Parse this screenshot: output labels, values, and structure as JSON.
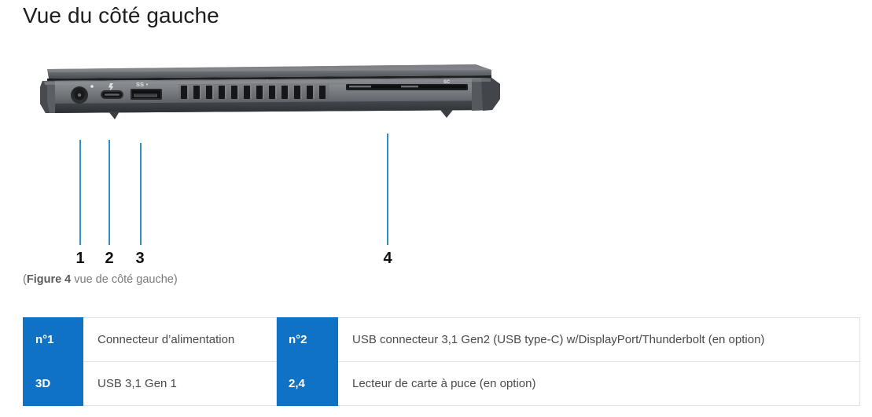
{
  "page": {
    "title": "Vue du côté gauche"
  },
  "figure": {
    "alt_name": "laptop-left-side-view",
    "caption": {
      "open_paren": "(",
      "figure_label": "Figure 4",
      "rest": " vue de côté gauche)"
    },
    "callouts": [
      {
        "number": "1",
        "target": "power-connector"
      },
      {
        "number": "2",
        "target": "usb-type-c-thunderbolt-port"
      },
      {
        "number": "3",
        "target": "usb-3-1-gen-1-port"
      },
      {
        "number": "4",
        "target": "smart-card-reader"
      }
    ],
    "port_icons": [
      {
        "name": "power-led-indicator"
      },
      {
        "name": "thunderbolt-icon"
      },
      {
        "name": "usb-superspeed-icon",
        "label": "SS"
      },
      {
        "name": "smart-card-icon",
        "label": "SC"
      }
    ]
  },
  "table": {
    "rows": [
      {
        "key1": "n°1",
        "val1": "Connecteur d’alimentation",
        "key2": "n°2",
        "val2": "USB connecteur 3,1 Gen2 (USB type-C) w/DisplayPort/Thunderbolt (en option)"
      },
      {
        "key1": "3D",
        "val1": "USB 3,1 Gen 1",
        "key2": "2,4",
        "val2": "Lecteur de carte à puce (en option)"
      }
    ]
  },
  "colors": {
    "accent_blue": "#0f72c4",
    "leader_line_blue": "#2e8fd0",
    "caption_gray": "#7a7a7a",
    "table_border": "#e3e3e3",
    "title_text": "#1e1e1e"
  }
}
